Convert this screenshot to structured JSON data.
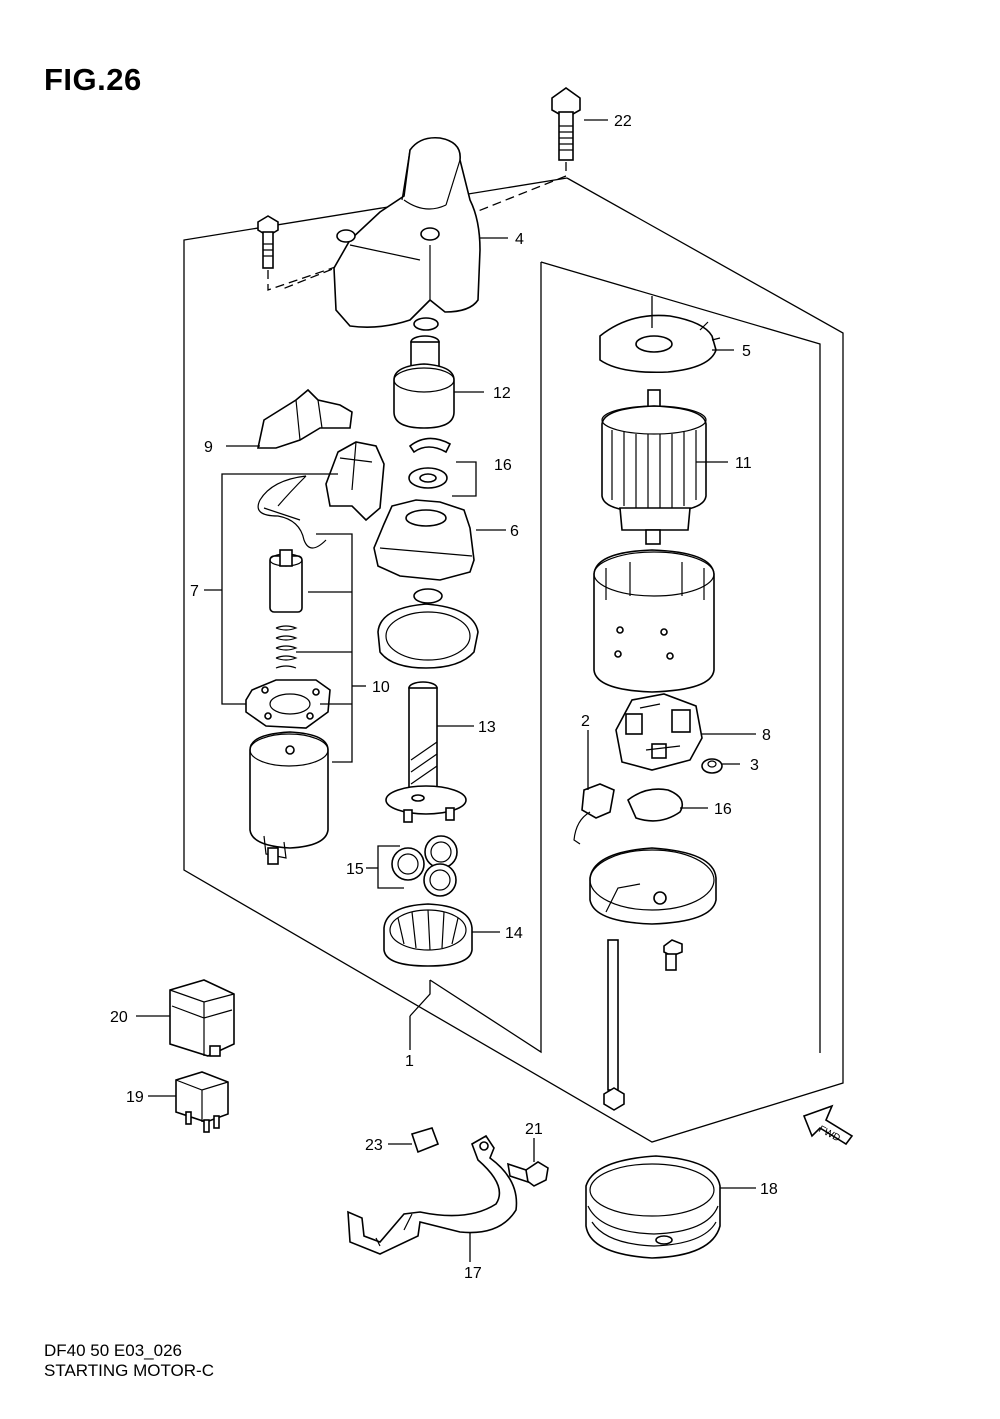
{
  "figure_title": "FIG.26",
  "footer": {
    "model_code": "DF40 50 E03_026",
    "section_name": "STARTING MOTOR-C"
  },
  "fwd_label": "FWD",
  "callouts": {
    "c1": "1",
    "c2": "2",
    "c3": "3",
    "c4": "4",
    "c5": "5",
    "c6": "6",
    "c7": "7",
    "c8": "8",
    "c9": "9",
    "c10": "10",
    "c11": "11",
    "c12": "12",
    "c13": "13",
    "c14": "14",
    "c15": "15",
    "c16a": "16",
    "c16b": "16",
    "c17": "17",
    "c18": "18",
    "c19": "19",
    "c20": "20",
    "c21": "21",
    "c22": "22",
    "c23": "23"
  }
}
